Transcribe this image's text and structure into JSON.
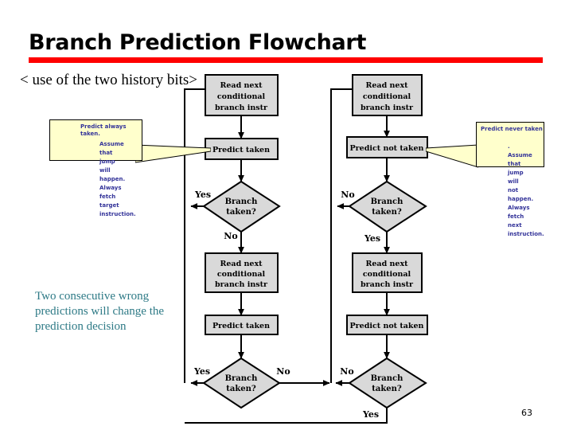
{
  "slide": {
    "title": "Branch Prediction Flowchart",
    "subtitle": "< use of the two history bits>",
    "note": "Two consecutive wrong predictions will change the prediction decision",
    "page_number": "63",
    "accent_rule_color": "#FF0000",
    "note_color": "#2E7A86",
    "callout_fill": "#FFFFCC",
    "callout_text_color": "#333399",
    "node_fill": "#D9D9D9"
  },
  "callouts": [
    {
      "id": "predict-always-taken",
      "heading": "Predict always taken.",
      "body": "Assume that jump will happen. Always fetch target instruction."
    },
    {
      "id": "predict-never-taken",
      "heading": "Predict never taken",
      "body": ". Assume that jump will not happen. Always fetch next instruction."
    }
  ],
  "flowchart": {
    "type": "flowchart",
    "nodes": [
      {
        "id": "L1-read",
        "shape": "process",
        "column": "left",
        "row": 1,
        "label": "Read next conditional branch instr",
        "lines": [
          "Read next",
          "conditional",
          "branch instr"
        ]
      },
      {
        "id": "L1-predict",
        "shape": "process",
        "column": "left",
        "row": 2,
        "label": "Predict taken",
        "lines": [
          "Predict taken"
        ]
      },
      {
        "id": "L1-branch",
        "shape": "decision",
        "column": "left",
        "row": 3,
        "label": "Branch taken?",
        "lines": [
          "Branch",
          "taken?"
        ]
      },
      {
        "id": "L2-read",
        "shape": "process",
        "column": "left",
        "row": 4,
        "label": "Read next conditional branch instr",
        "lines": [
          "Read next",
          "conditional",
          "branch instr"
        ]
      },
      {
        "id": "L2-predict",
        "shape": "process",
        "column": "left",
        "row": 5,
        "label": "Predict taken",
        "lines": [
          "Predict taken"
        ]
      },
      {
        "id": "L2-branch",
        "shape": "decision",
        "column": "left",
        "row": 6,
        "label": "Branch taken?",
        "lines": [
          "Branch",
          "taken?"
        ]
      },
      {
        "id": "R1-read",
        "shape": "process",
        "column": "right",
        "row": 1,
        "label": "Read next conditional branch instr",
        "lines": [
          "Read next",
          "conditional",
          "branch instr"
        ]
      },
      {
        "id": "R1-predict",
        "shape": "process",
        "column": "right",
        "row": 2,
        "label": "Predict not taken",
        "lines": [
          "Predict not taken"
        ]
      },
      {
        "id": "R1-branch",
        "shape": "decision",
        "column": "right",
        "row": 3,
        "label": "Branch taken?",
        "lines": [
          "Branch",
          "taken?"
        ]
      },
      {
        "id": "R2-read",
        "shape": "process",
        "column": "right",
        "row": 4,
        "label": "Read next conditional branch instr",
        "lines": [
          "Read next",
          "conditional",
          "branch instr"
        ]
      },
      {
        "id": "R2-predict",
        "shape": "process",
        "column": "right",
        "row": 5,
        "label": "Predict not taken",
        "lines": [
          "Predict not taken"
        ]
      },
      {
        "id": "R2-branch",
        "shape": "decision",
        "column": "right",
        "row": 6,
        "label": "Branch taken?",
        "lines": [
          "Branch",
          "taken?"
        ]
      }
    ],
    "edge_labels": [
      {
        "id": "edge-L1-yes",
        "text": "Yes"
      },
      {
        "id": "edge-L1-no",
        "text": "No"
      },
      {
        "id": "edge-R1-no",
        "text": "No"
      },
      {
        "id": "edge-R1-yes",
        "text": "Yes"
      },
      {
        "id": "edge-L2-yes",
        "text": "Yes"
      },
      {
        "id": "edge-L2-no",
        "text": "No"
      },
      {
        "id": "edge-R2-no",
        "text": "No"
      },
      {
        "id": "edge-R2-yes",
        "text": "Yes"
      }
    ]
  }
}
